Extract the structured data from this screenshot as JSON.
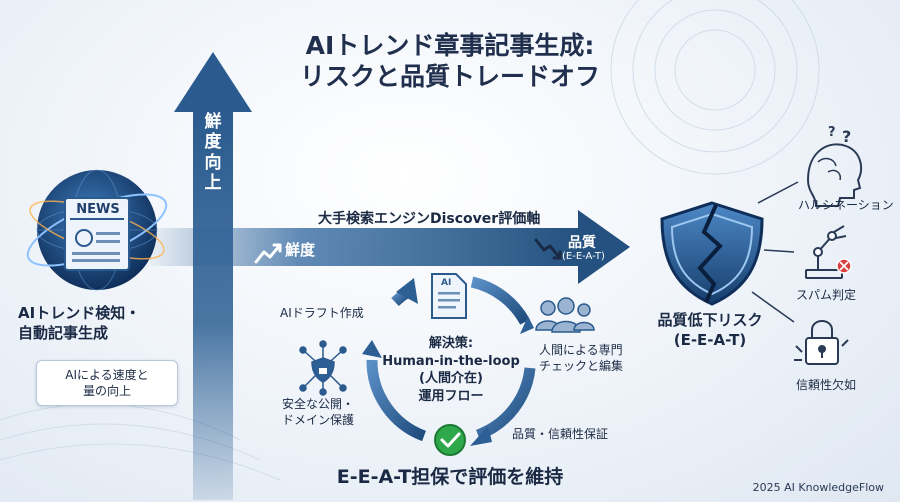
{
  "title": {
    "line1": "AIトレンド章事記事生成:",
    "line2": "リスクと品質トレードオフ"
  },
  "vertical_axis": {
    "label": "鮮度向上"
  },
  "horizontal_axis": {
    "label": "大手検索エンジンDiscover評価軸",
    "freshness_label": "鮮度",
    "quality_label": "品質",
    "quality_sub": "(E-E-A-T)"
  },
  "news": {
    "icon_text": "NEWS",
    "title_line1": "AIトレンド検知・",
    "title_line2": "自動記事生成",
    "note_line1": "AIによる速度と",
    "note_line2": "量の向上"
  },
  "cycle": {
    "doc_badge": "AI",
    "steps": {
      "draft": "AIドラフト作成",
      "human_line1": "人間による専門",
      "human_line2": "チェックと編集",
      "quality": "品質・信頼性保証",
      "publish_line1": "安全な公開・",
      "publish_line2": "ドメイン保護"
    },
    "center": {
      "line1": "解決策:",
      "line2": "Human-in-the-loop",
      "line3": "(人間介在)",
      "line4": "運用フロー"
    }
  },
  "risk": {
    "title_line1": "品質低下リスク",
    "title_line2": "(E-E-A-T)",
    "items": {
      "hallucination": "ハルシネーション",
      "spam": "スパム判定",
      "trust": "信頼性欠如"
    }
  },
  "footer": {
    "main": "E-E-A-T担保で評価を維持",
    "copyright": "2025 AI KnowledgeFlow"
  },
  "colors": {
    "arrow_blue": "#2c5f94",
    "dark_navy": "#1f2f4d",
    "accent_red": "#d94040",
    "check_green": "#2ea84b"
  }
}
